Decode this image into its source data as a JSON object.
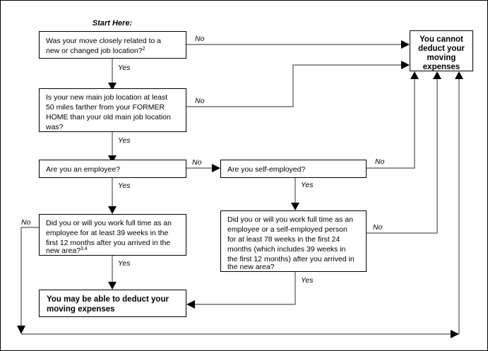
{
  "chart_data": {
    "type": "diagram",
    "title": "Moving expenses deduction decision flowchart",
    "start_label": "Start Here:",
    "nodes": [
      {
        "id": "q1",
        "kind": "decision",
        "lines": [
          "Was your move closely related to a",
          "new or changed job location?"
        ],
        "superscript": "2"
      },
      {
        "id": "q2",
        "kind": "decision",
        "lines": [
          "Is your new main job location at least",
          "50 miles farther from your FORMER",
          "HOME than your old main job location",
          "was?"
        ],
        "superscript": ""
      },
      {
        "id": "q3",
        "kind": "decision",
        "lines": [
          "Are you an employee?"
        ],
        "superscript": ""
      },
      {
        "id": "q4",
        "kind": "decision",
        "lines": [
          "Are you self-employed?"
        ],
        "superscript": ""
      },
      {
        "id": "q5",
        "kind": "decision",
        "lines": [
          "Did you or will you work full time as an",
          "employee for at least 39 weeks in the",
          "first 12 months after you arrived in the",
          "new area?"
        ],
        "superscript": "3,4"
      },
      {
        "id": "q6",
        "kind": "decision",
        "lines": [
          "Did you or will you work full time as an",
          "employee or a self-employed person",
          "for at least 78 weeks in the first 24",
          "months (which includes 39 weeks in",
          "the first 12 months) after you arrived in",
          "the new area?"
        ],
        "superscript": ""
      },
      {
        "id": "cannot",
        "kind": "terminal",
        "lines": [
          "You cannot",
          "deduct your",
          "moving",
          "expenses"
        ],
        "superscript": ""
      },
      {
        "id": "may",
        "kind": "terminal",
        "lines": [
          "You may be able to deduct your",
          "moving expenses"
        ],
        "superscript": ""
      }
    ],
    "edges": [
      {
        "from": "q1",
        "to": "cannot",
        "label": "No"
      },
      {
        "from": "q1",
        "to": "q2",
        "label": "Yes"
      },
      {
        "from": "q2",
        "to": "cannot",
        "label": "No"
      },
      {
        "from": "q2",
        "to": "q3",
        "label": "Yes"
      },
      {
        "from": "q3",
        "to": "q4",
        "label": "No"
      },
      {
        "from": "q3",
        "to": "q5",
        "label": "Yes"
      },
      {
        "from": "q4",
        "to": "cannot",
        "label": "No"
      },
      {
        "from": "q4",
        "to": "q6",
        "label": "Yes"
      },
      {
        "from": "q5",
        "to": "bottom-return",
        "label": "No"
      },
      {
        "from": "q5",
        "to": "may",
        "label": "Yes"
      },
      {
        "from": "q6",
        "to": "cannot",
        "label": "No"
      },
      {
        "from": "q6",
        "to": "may",
        "label": "Yes"
      }
    ],
    "edge_labels": {
      "q1_no": "No",
      "q1_yes": "Yes",
      "q2_no": "No",
      "q2_yes": "Yes",
      "q3_no": "No",
      "q3_yes": "Yes",
      "q4_no": "No",
      "q4_yes": "Yes",
      "q5_no": "No",
      "q5_yes": "Yes",
      "q6_no": "No",
      "q6_yes": "Yes"
    },
    "colors": {
      "background": "#ffffff",
      "box_stroke": "#000000",
      "connector": "#555555",
      "arrow": "#000000",
      "text": "#000000"
    }
  }
}
